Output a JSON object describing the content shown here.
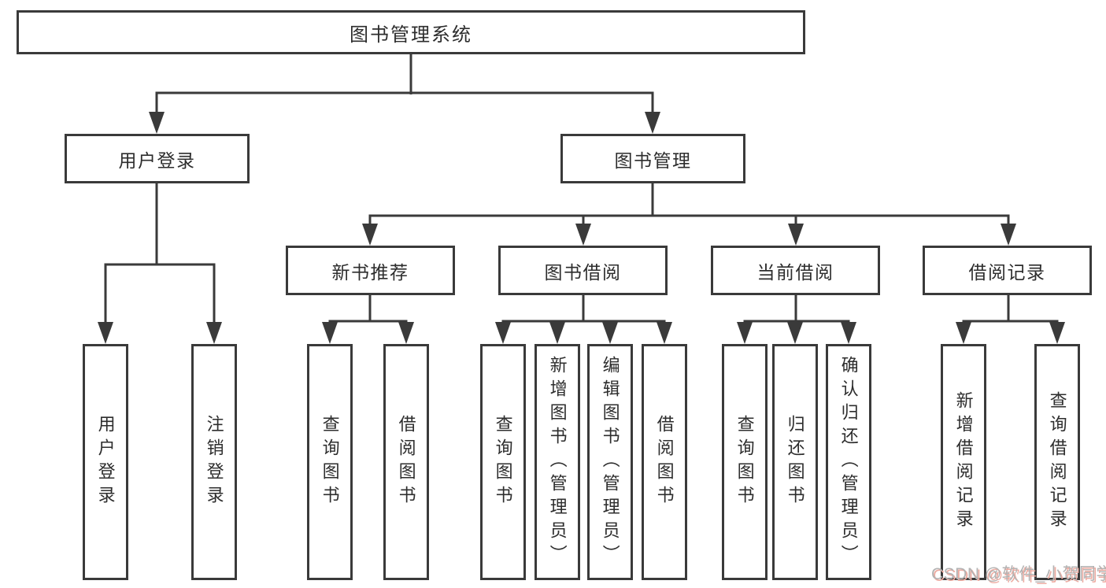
{
  "diagram": {
    "tree": {
      "label": "图书管理系统",
      "children": [
        {
          "label": "用户登录",
          "children": [
            {
              "label": "用户登录"
            },
            {
              "label": "注销登录"
            }
          ]
        },
        {
          "label": "图书管理",
          "children": [
            {
              "label": "新书推荐",
              "children": [
                {
                  "label": "查询图书"
                },
                {
                  "label": "借阅图书"
                }
              ]
            },
            {
              "label": "图书借阅",
              "children": [
                {
                  "label": "查询图书"
                },
                {
                  "label": "新增图书（管理员）"
                },
                {
                  "label": "编辑图书（管理员）"
                },
                {
                  "label": "借阅图书"
                }
              ]
            },
            {
              "label": "当前借阅",
              "children": [
                {
                  "label": "查询图书"
                },
                {
                  "label": "归还图书"
                },
                {
                  "label": "确认归还（管理员）"
                }
              ]
            },
            {
              "label": "借阅记录",
              "children": [
                {
                  "label": "新增借阅记录"
                },
                {
                  "label": "查询借阅记录"
                }
              ]
            }
          ]
        }
      ]
    },
    "line_color": "#3a3a3a",
    "text_color": "#2d2d2d"
  },
  "watermark": {
    "text": "CSDN @软件_小贺同学"
  }
}
